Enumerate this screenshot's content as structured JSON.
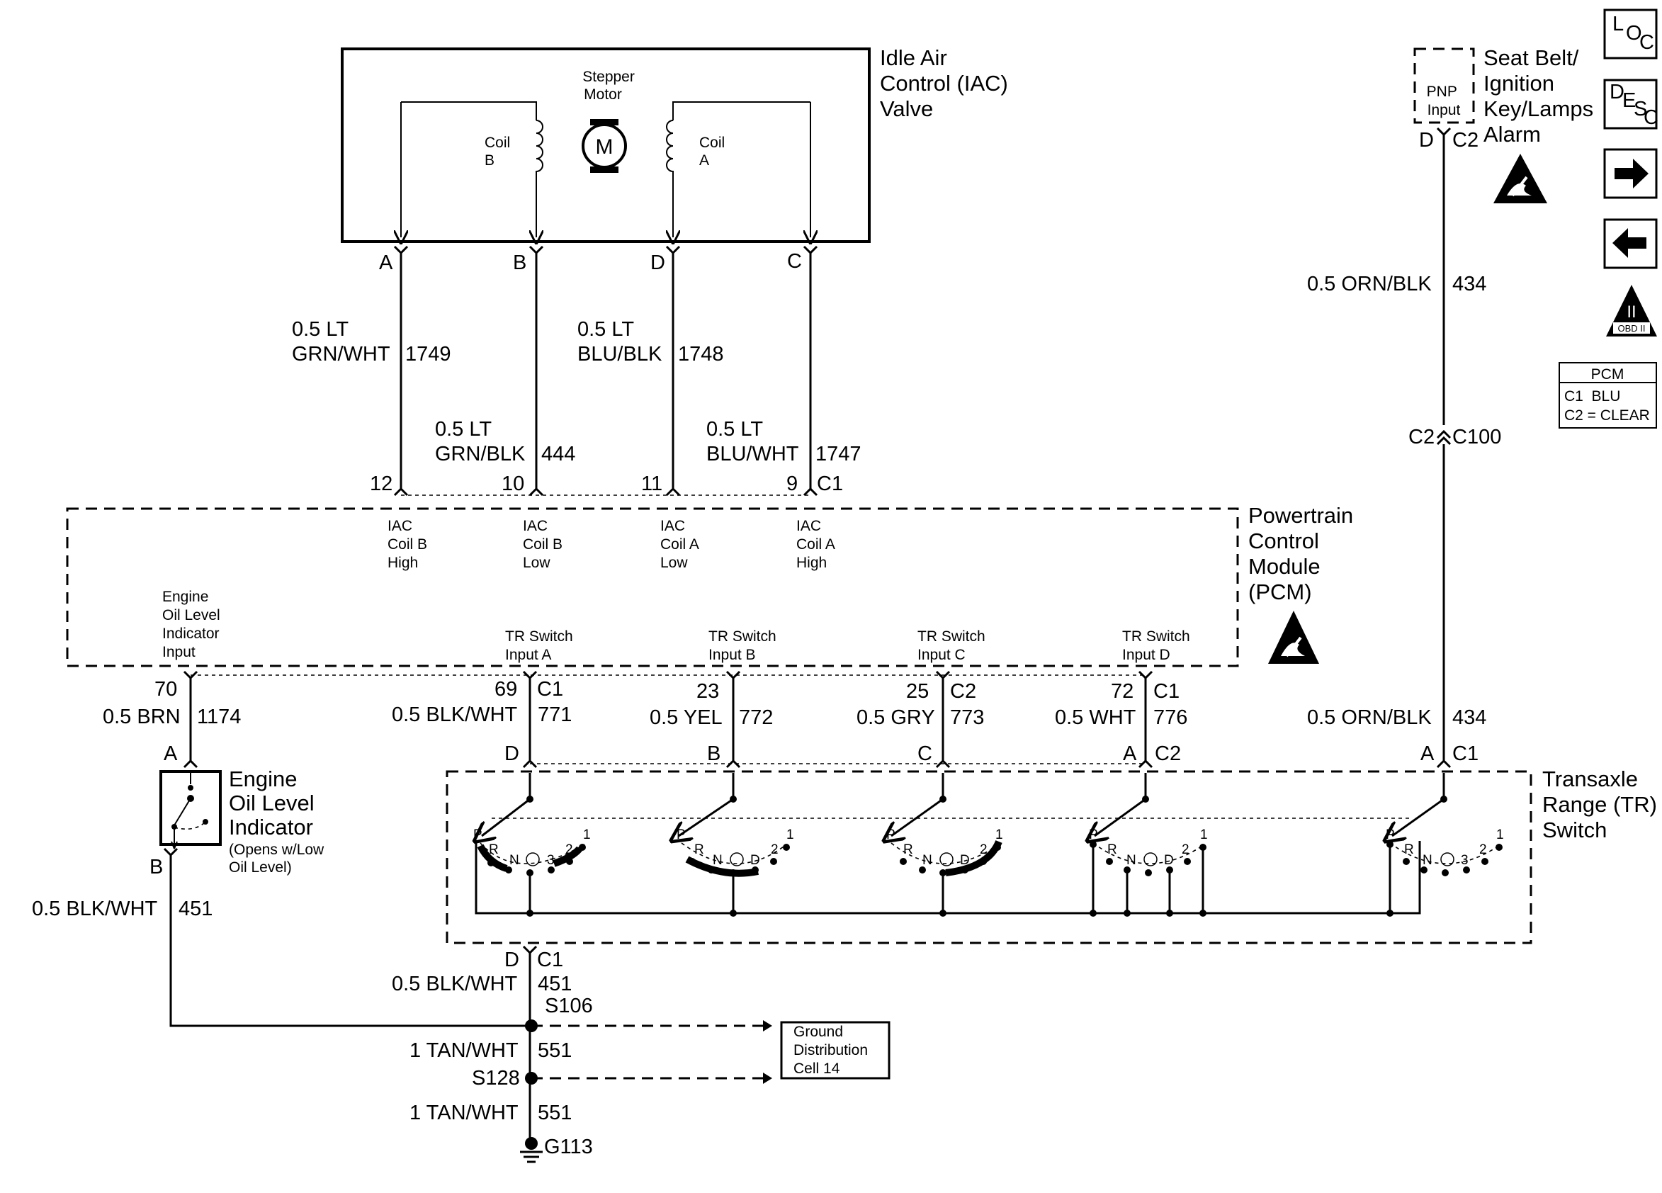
{
  "iac": {
    "title_lines": [
      "Idle Air",
      "Control (IAC)",
      "Valve"
    ],
    "stepper_lines": [
      "Stepper",
      "Motor"
    ],
    "motor_symbol": "M",
    "coil_b_lines": [
      "Coil",
      "B"
    ],
    "coil_a_lines": [
      "Coil",
      "A"
    ],
    "pins": [
      "A",
      "B",
      "D",
      "C"
    ]
  },
  "iac_wires": [
    {
      "lines": [
        "0.5 LT",
        "GRN/WHT"
      ],
      "circuit": "1749",
      "pcm_pin": "12"
    },
    {
      "lines": [
        "0.5 LT",
        "GRN/BLK"
      ],
      "circuit": "444",
      "pcm_pin": "10"
    },
    {
      "lines": [
        "0.5 LT",
        "BLU/BLK"
      ],
      "circuit": "1748",
      "pcm_pin": "11"
    },
    {
      "lines": [
        "0.5 LT",
        "BLU/WHT"
      ],
      "circuit": "1747",
      "pcm_pin": "9"
    }
  ],
  "pcm": {
    "title_lines": [
      "Powertrain",
      "Control",
      "Module",
      "(PCM)"
    ],
    "top_connector": "C1",
    "top_functions": [
      [
        "IAC",
        "Coil B",
        "High"
      ],
      [
        "IAC",
        "Coil B",
        "Low"
      ],
      [
        "IAC",
        "Coil A",
        "Low"
      ],
      [
        "IAC",
        "Coil A",
        "High"
      ]
    ],
    "bottom_functions": [
      [
        "Engine",
        "Oil Level",
        "Indicator",
        "Input"
      ],
      [
        "TR Switch",
        "Input A"
      ],
      [
        "TR Switch",
        "Input B"
      ],
      [
        "TR Switch",
        "Input C"
      ],
      [
        "TR Switch",
        "Input D"
      ]
    ]
  },
  "pcm_outputs": [
    {
      "pin": "70",
      "conn": "",
      "wire": "0.5 BRN",
      "circuit": "1174",
      "dest_pin": "A",
      "dest_conn": ""
    },
    {
      "pin": "69",
      "conn": "C1",
      "wire": "0.5 BLK/WHT",
      "circuit": "771",
      "dest_pin": "D",
      "dest_conn": ""
    },
    {
      "pin": "23",
      "conn": "",
      "wire": "0.5 YEL",
      "circuit": "772",
      "dest_pin": "B",
      "dest_conn": ""
    },
    {
      "pin": "25",
      "conn": "C2",
      "wire": "0.5 GRY",
      "circuit": "773",
      "dest_pin": "C",
      "dest_conn": ""
    },
    {
      "pin": "72",
      "conn": "C1",
      "wire": "0.5 WHT",
      "circuit": "776",
      "dest_pin": "A",
      "dest_conn": "C2"
    }
  ],
  "pnp_circuit": {
    "box_lines": [
      "PNP",
      "Input"
    ],
    "pin_label": "D",
    "conn_label": "C2",
    "dest_lines": [
      "Seat Belt/",
      "Ignition",
      "Key/Lamps",
      "Alarm"
    ],
    "wire": "0.5 ORN/BLK",
    "circuit": "434",
    "inline_left": "C2",
    "inline_right": "C100",
    "lower_wire": "0.5 ORN/BLK",
    "lower_circuit": "434",
    "tr_pin": "A",
    "tr_conn": "C1"
  },
  "tr_switch": {
    "title_lines": [
      "Transaxle",
      "Range (TR)",
      "Switch"
    ],
    "bottom_pin": "D",
    "bottom_conn": "C1",
    "positions": [
      [
        "P",
        "R",
        "N",
        "3",
        "2",
        "1"
      ],
      [
        "P",
        "R",
        "N",
        "D",
        "2",
        "1"
      ],
      [
        "P",
        "R",
        "N",
        "D",
        "2",
        "1"
      ],
      [
        "P",
        "R",
        "N",
        "D",
        "2",
        "1"
      ],
      [
        "P",
        "R",
        "N",
        "3",
        "2",
        "1"
      ]
    ]
  },
  "oil_indicator": {
    "title_lines": [
      "Engine",
      "Oil Level",
      "Indicator"
    ],
    "note_lines": [
      "(Opens w/Low",
      "Oil Level)"
    ],
    "top_pin": "A",
    "bottom_pin": "B",
    "wire": "0.5 BLK/WHT",
    "circuit": "451"
  },
  "ground": {
    "tr_wire": "0.5 BLK/WHT",
    "tr_circuit": "451",
    "splice1": "S106",
    "wire2": "1 TAN/WHT",
    "circuit2": "551",
    "splice2": "S128",
    "wire3": "1 TAN/WHT",
    "circuit3": "551",
    "ground_label": "G113",
    "distribution_lines": [
      "Ground",
      "Distribution",
      "Cell 14"
    ]
  },
  "legend": {
    "title": "PCM",
    "rows": [
      "C1  BLU",
      "C2 = CLEAR"
    ]
  },
  "side_nav": {
    "loc": [
      "L",
      "O",
      "C"
    ],
    "desc": [
      "D",
      "E",
      "S",
      "C"
    ],
    "obd_roman": "II",
    "obd_text": "OBD II",
    "next_icon": "arrow-right-icon",
    "prev_icon": "arrow-left-icon"
  }
}
